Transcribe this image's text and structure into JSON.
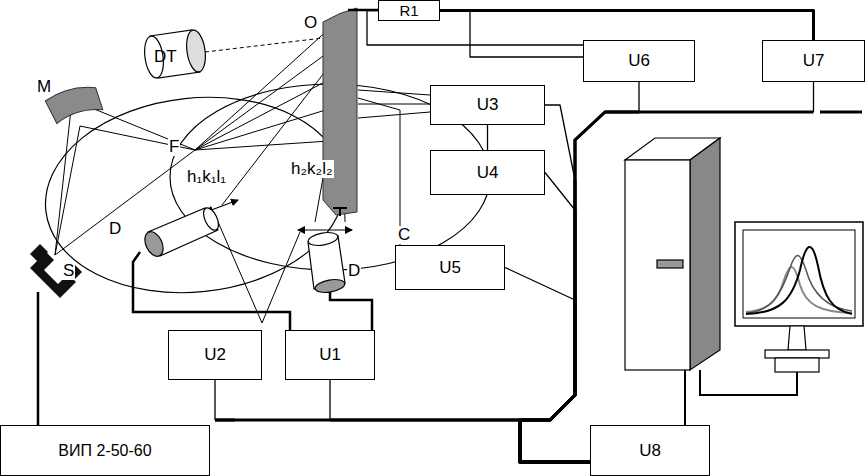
{
  "diagram": {
    "nodes": [
      {
        "text": [
          "R1"
        ]
      },
      {
        "text": [
          "U6"
        ]
      },
      {
        "text": [
          "U7"
        ]
      },
      {
        "text": [
          "U3"
        ]
      },
      {
        "text": [
          "U4"
        ]
      },
      {
        "text": [
          "U5"
        ]
      },
      {
        "text": [
          "U2"
        ]
      },
      {
        "text": [
          "U1"
        ]
      },
      {
        "text": [
          "ВИП 2-50-60"
        ]
      },
      {
        "text": [
          "U8"
        ]
      }
    ],
    "edges": [
      {
        "from": 0,
        "to": 1,
        "arrow": "none"
      },
      {
        "from": 0,
        "to": 1,
        "arrow": "none"
      },
      {
        "from": 0,
        "to": 2,
        "arrow": "none"
      },
      {
        "from": 3,
        "to": 4,
        "arrow": "none"
      },
      {
        "from": 1,
        "to": 9,
        "arrow": "none"
      },
      {
        "from": 2,
        "to": 9,
        "arrow": "none"
      },
      {
        "from": 3,
        "to": 9,
        "arrow": "none"
      },
      {
        "from": 4,
        "to": 9,
        "arrow": "none"
      },
      {
        "from": 5,
        "to": 9,
        "arrow": "none"
      },
      {
        "from": 6,
        "to": 9,
        "arrow": "none"
      },
      {
        "from": 7,
        "to": 9,
        "arrow": "none"
      }
    ],
    "labels": [
      "DT",
      "O",
      "F",
      "M",
      "h₁k₁l₁",
      "h₂k₂l₂",
      "D",
      "C",
      "D",
      "S"
    ]
  }
}
